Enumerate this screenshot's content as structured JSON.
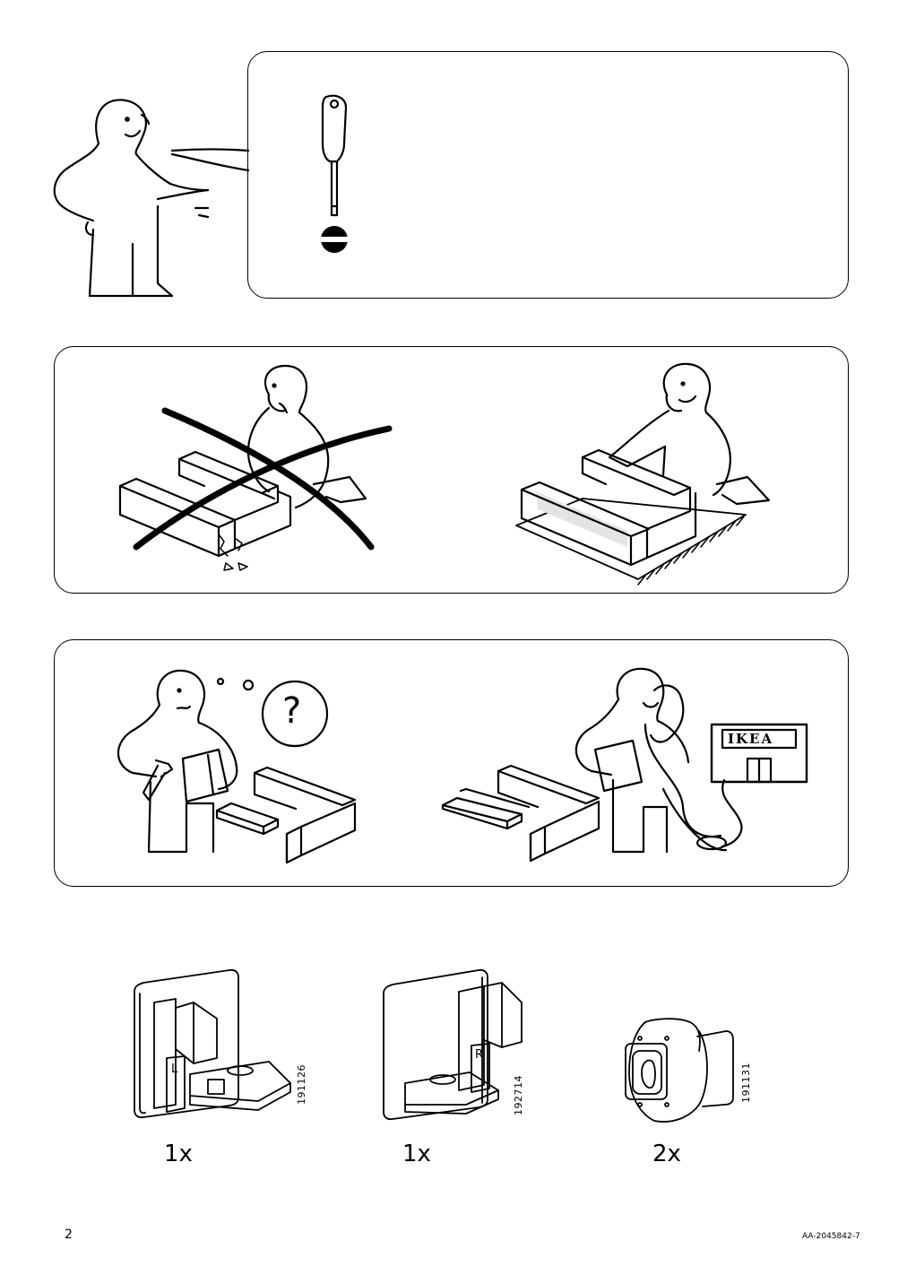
{
  "page": {
    "number": "2",
    "document_id": "AA-2045842-7"
  },
  "panels": {
    "tools": {
      "tool": "screwdriver-icon",
      "tip_symbol": "flathead-symbol"
    },
    "floor": {
      "wrong": "assembly-on-bare-floor",
      "right": "assembly-on-rug"
    },
    "help": {
      "question_mark": "?",
      "store_sign": "IKEA"
    }
  },
  "parts": [
    {
      "code": "191126",
      "quantity": "1x",
      "marking": "L"
    },
    {
      "code": "192714",
      "quantity": "1x",
      "marking": "R"
    },
    {
      "code": "191131",
      "quantity": "2x"
    }
  ]
}
